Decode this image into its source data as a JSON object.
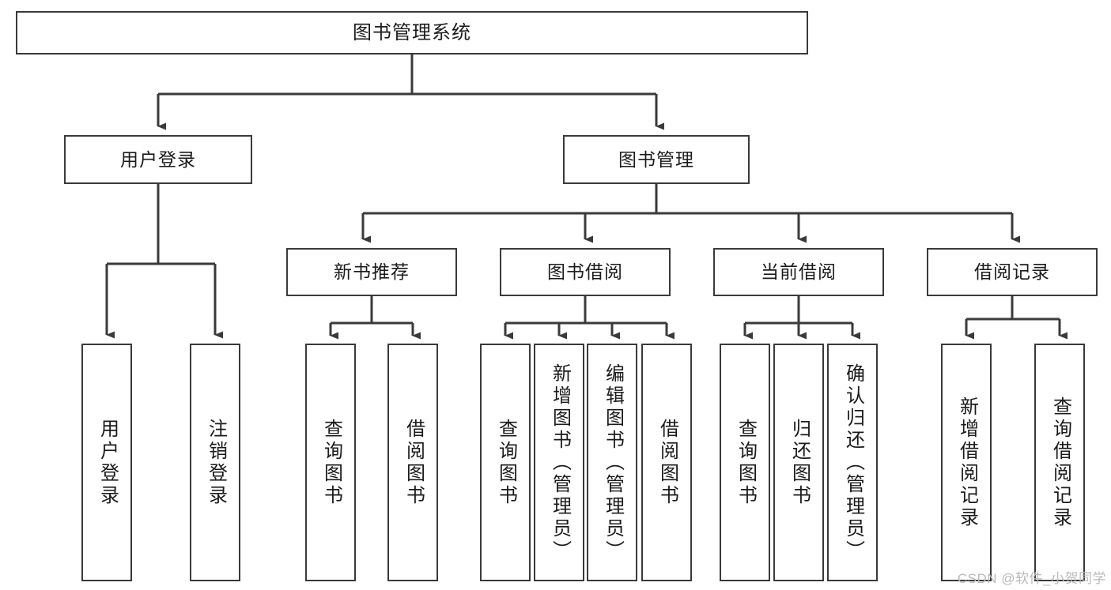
{
  "diagram": {
    "title": "图书管理系统",
    "type": "tree-hierarchy",
    "root": {
      "id": "root",
      "label": "图书管理系统"
    },
    "level2": [
      {
        "id": "user-login",
        "label": "用户登录"
      },
      {
        "id": "book-management",
        "label": "图书管理"
      }
    ],
    "level3": [
      {
        "id": "new-book-recommend",
        "label": "新书推荐",
        "parent": "book-management"
      },
      {
        "id": "book-borrow",
        "label": "图书借阅",
        "parent": "book-management"
      },
      {
        "id": "current-borrow",
        "label": "当前借阅",
        "parent": "book-management"
      },
      {
        "id": "borrow-record",
        "label": "借阅记录",
        "parent": "book-management"
      }
    ],
    "leaves": {
      "user_login": [
        {
          "id": "leaf-user-login",
          "label": "用户登录"
        },
        {
          "id": "leaf-logout",
          "label": "注销登录"
        }
      ],
      "new_book_recommend": [
        {
          "id": "leaf-query-book-1",
          "label": "查询图书"
        },
        {
          "id": "leaf-borrow-book-1",
          "label": "借阅图书"
        }
      ],
      "book_borrow": [
        {
          "id": "leaf-query-book-2",
          "label": "查询图书"
        },
        {
          "id": "leaf-add-book",
          "label": "新增图书（管理员）"
        },
        {
          "id": "leaf-edit-book",
          "label": "编辑图书（管理员）"
        },
        {
          "id": "leaf-borrow-book-2",
          "label": "借阅图书"
        }
      ],
      "current_borrow": [
        {
          "id": "leaf-query-book-3",
          "label": "查询图书"
        },
        {
          "id": "leaf-return-book",
          "label": "归还图书"
        },
        {
          "id": "leaf-confirm-return",
          "label": "确认归还（管理员）"
        }
      ],
      "borrow_record": [
        {
          "id": "leaf-add-record",
          "label": "新增借阅记录"
        },
        {
          "id": "leaf-query-record",
          "label": "查询借阅记录"
        }
      ]
    }
  },
  "watermark": {
    "text": "CSDN @软件_小贺同学"
  },
  "colors": {
    "border": "#3a3a3a",
    "background": "#ffffff",
    "text": "#1b1b1b",
    "watermark": "#b9b9b9"
  }
}
